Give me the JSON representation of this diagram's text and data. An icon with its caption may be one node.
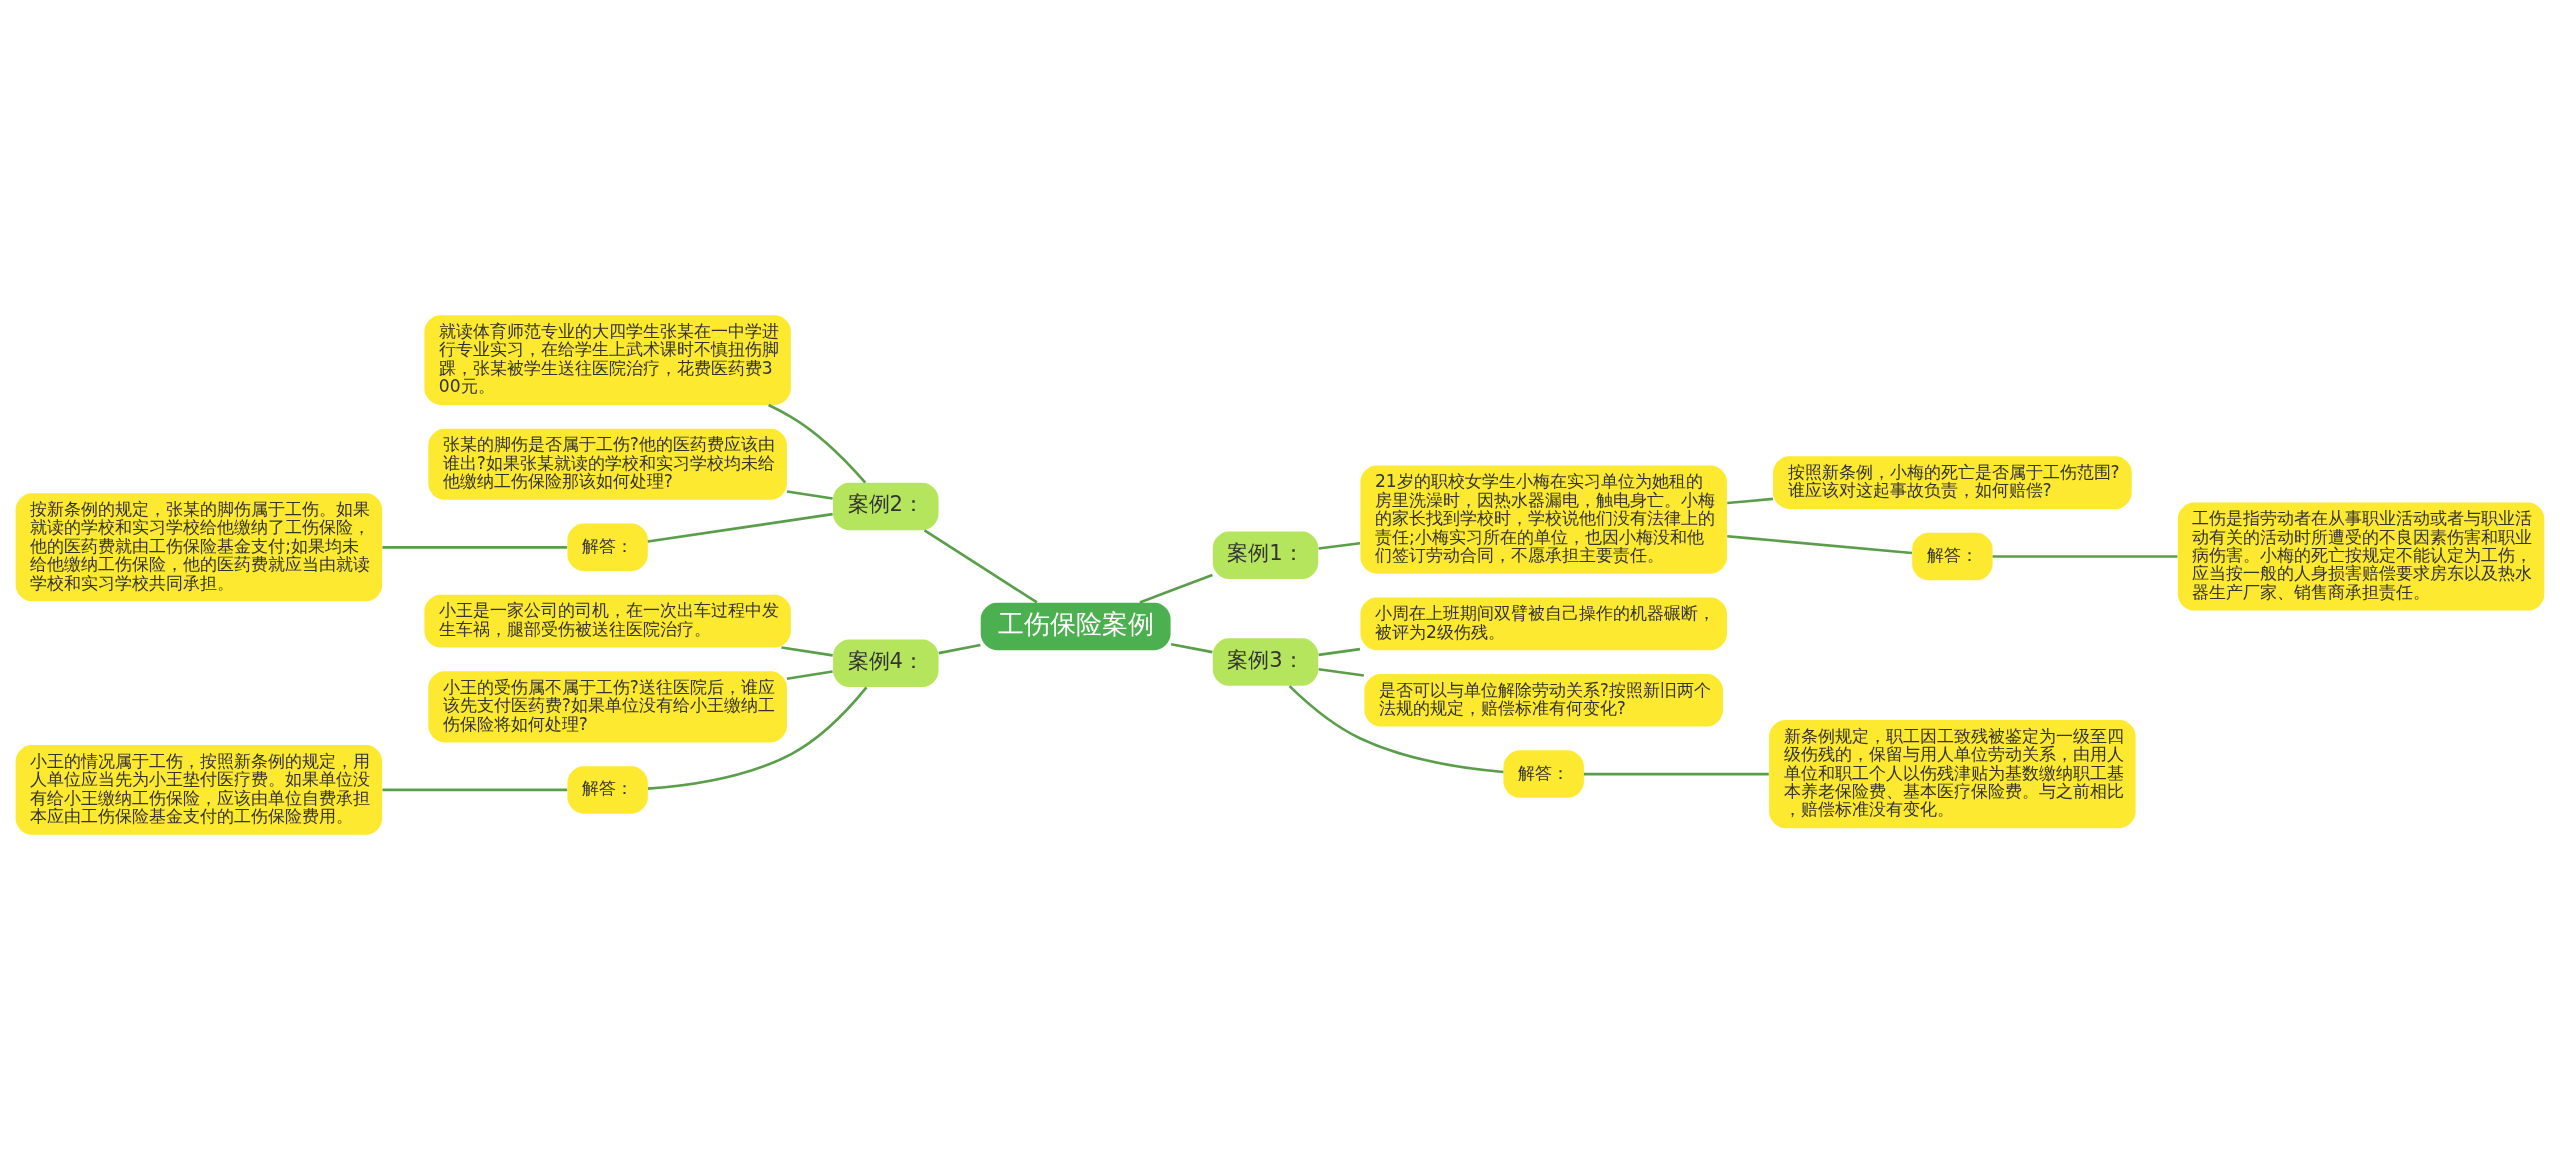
{
  "diagram": {
    "nodes": [
      {
        "text": [
          "工伤保险案例"
        ]
      },
      {
        "text": [
          "案例2："
        ]
      },
      {
        "text": [
          "就读体育师范专业的大四学生张某在一中学进行专业实习，在给学生上武术课时不慎扭伤脚踝，张某被学生送往医院治疗，花费医药费300元。"
        ]
      },
      {
        "text": [
          "张某的脚伤是否属于工伤?他的医药费应该由谁出?如果张某就读的学校和实习学校均未给他缴纳工伤保险那该如何处理?"
        ]
      },
      {
        "text": [
          "解答："
        ]
      },
      {
        "text": [
          "按新条例的规定，张某的脚伤属于工伤。如果就读的学校和实习学校给他缴纳了工伤保险，他的医药费就由工伤保险基金支付;如果均未给他缴纳工伤保险，他的医药费就应当由就读学校和实习学校共同承担。"
        ]
      },
      {
        "text": [
          "案例4："
        ]
      },
      {
        "text": [
          "小王是一家公司的司机，在一次出车过程中发生车祸，腿部受伤被送往医院治疗。"
        ]
      },
      {
        "text": [
          "小王的受伤属不属于工伤?送往医院后，谁应该先支付医药费?如果单位没有给小王缴纳工伤保险将如何处理?"
        ]
      },
      {
        "text": [
          "解答："
        ]
      },
      {
        "text": [
          "小王的情况属于工伤，按照新条例的规定，用人单位应当先为小王垫付医疗费。如果单位没有给小王缴纳工伤保险，应该由单位自费承担本应由工伤保险基金支付的工伤保险费用。"
        ]
      },
      {
        "text": [
          "案例1："
        ]
      },
      {
        "text": [
          "21岁的职校女学生小梅在实习单位为她租的房里洗澡时，因热水器漏电，触电身亡。小梅的家长找到学校时，学校说他们没有法律上的责任;小梅实习所在的单位，也因小梅没和他们签订劳动合同，不愿承担主要责任。"
        ]
      },
      {
        "text": [
          "按照新条例，小梅的死亡是否属于工伤范围?谁应该对这起事故负责，如何赔偿?"
        ]
      },
      {
        "text": [
          "解答："
        ]
      },
      {
        "text": [
          "工伤是指劳动者在从事职业活动或者与职业活动有关的活动时所遭受的不良因素伤害和职业病伤害。小梅的死亡按规定不能认定为工伤，应当按一般的人身损害赔偿要求房东以及热水器生产厂家、销售商承担责任。"
        ]
      },
      {
        "text": [
          "案例3："
        ]
      },
      {
        "text": [
          "小周在上班期间双臂被自己操作的机器碾断，被评为2级伤残。"
        ]
      },
      {
        "text": [
          "是否可以与单位解除劳动关系?按照新旧两个法规的规定，赔偿标准有何变化?"
        ]
      },
      {
        "text": [
          "解答："
        ]
      },
      {
        "text": [
          "新条例规定，职工因工致残被鉴定为一级至四级伤残的，保留与用人单位劳动关系，由用人单位和职工个人以伤残津贴为基数缴纳职工基本养老保险费、基本医疗保险费。与之前相比，赔偿标准没有变化。"
        ]
      }
    ],
    "edges": [
      {
        "from": 0,
        "to": 1,
        "arrow": "none"
      },
      {
        "from": 1,
        "to": 2,
        "arrow": "none"
      },
      {
        "from": 1,
        "to": 3,
        "arrow": "none"
      },
      {
        "from": 1,
        "to": 4,
        "arrow": "none"
      },
      {
        "from": 4,
        "to": 5,
        "arrow": "none"
      },
      {
        "from": 0,
        "to": 6,
        "arrow": "none"
      },
      {
        "from": 6,
        "to": 7,
        "arrow": "none"
      },
      {
        "from": 6,
        "to": 8,
        "arrow": "none"
      },
      {
        "from": 6,
        "to": 9,
        "arrow": "none"
      },
      {
        "from": 9,
        "to": 10,
        "arrow": "none"
      },
      {
        "from": 0,
        "to": 11,
        "arrow": "none"
      },
      {
        "from": 11,
        "to": 12,
        "arrow": "none"
      },
      {
        "from": 12,
        "to": 13,
        "arrow": "none"
      },
      {
        "from": 12,
        "to": 14,
        "arrow": "none"
      },
      {
        "from": 14,
        "to": 15,
        "arrow": "none"
      },
      {
        "from": 0,
        "to": 16,
        "arrow": "none"
      },
      {
        "from": 16,
        "to": 17,
        "arrow": "none"
      },
      {
        "from": 16,
        "to": 18,
        "arrow": "none"
      },
      {
        "from": 16,
        "to": 19,
        "arrow": "none"
      },
      {
        "from": 19,
        "to": 20,
        "arrow": "none"
      }
    ]
  }
}
